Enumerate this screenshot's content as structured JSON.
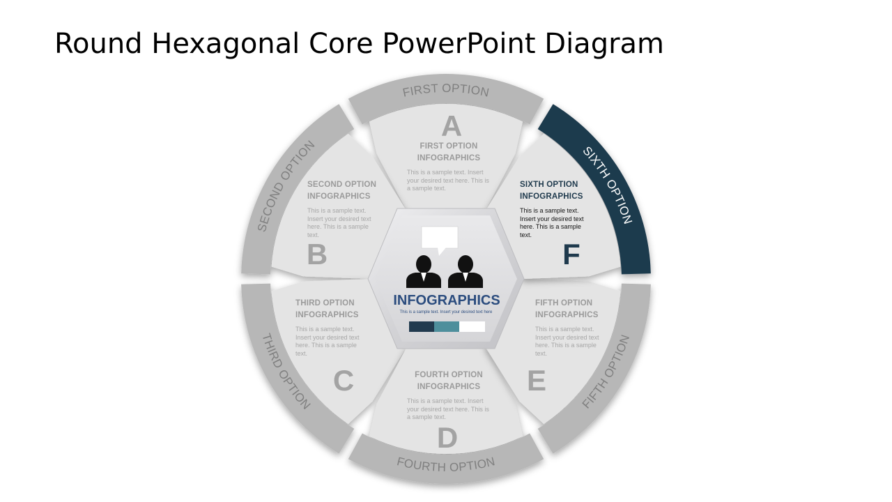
{
  "title": "Round Hexagonal Core PowerPoint Diagram",
  "colors": {
    "ring_gray": "#b7b7b7",
    "ring_dark": "#1f3a4d",
    "inner_fill": "#e4e4e4",
    "hex_fill": "#d6d6d9",
    "muted_text": "#9a9a9a",
    "muted_ring_text": "#7f7f7f",
    "dark_text": "#1f3a4d",
    "accent_blue": "#2b4c7e"
  },
  "center": {
    "title": "INFOGRAPHICS",
    "subtitle": "This is a sample text. Insert your desired text here",
    "icons": [
      "speech-bubble-icon",
      "person-icon",
      "person-icon"
    ],
    "legend_colors": [
      "#213a4e",
      "#4e8f9c",
      "#ffffff"
    ]
  },
  "segments": [
    {
      "letter": "A",
      "ring_label": "FIRST OPTION",
      "heading": "FIRST  OPTION",
      "subheading": "INFOGRAPHICS",
      "body": "This is a sample text. Insert your desired text here. This is a sample text.",
      "highlighted": false
    },
    {
      "letter": "B",
      "ring_label": "SECOND OPTION",
      "heading": "SECOND  OPTION",
      "subheading": "INFOGRAPHICS",
      "body": "This is a sample text. Insert your desired text here. This is a sample text.",
      "highlighted": false
    },
    {
      "letter": "C",
      "ring_label": "THIRD OPTION",
      "heading": "THIRD  OPTION",
      "subheading": "INFOGRAPHICS",
      "body": "This is a sample text. Insert your desired text here. This is a sample text.",
      "highlighted": false
    },
    {
      "letter": "D",
      "ring_label": "FOURTH OPTION",
      "heading": "FOURTH  OPTION",
      "subheading": "INFOGRAPHICS",
      "body": "This is a sample text. Insert your desired text here. This is a sample text.",
      "highlighted": false
    },
    {
      "letter": "E",
      "ring_label": "FIFTH OPTION",
      "heading": "FIFTH  OPTION",
      "subheading": "INFOGRAPHICS",
      "body": "This is a sample text. Insert your desired text here. This is a sample text.",
      "highlighted": false
    },
    {
      "letter": "F",
      "ring_label": "SIXTH OPTION",
      "heading": "SIXTH OPTION",
      "subheading": "INFOGRAPHICS",
      "body": "This is a sample text. Insert your desired text here. This is a sample text.",
      "highlighted": true
    }
  ]
}
